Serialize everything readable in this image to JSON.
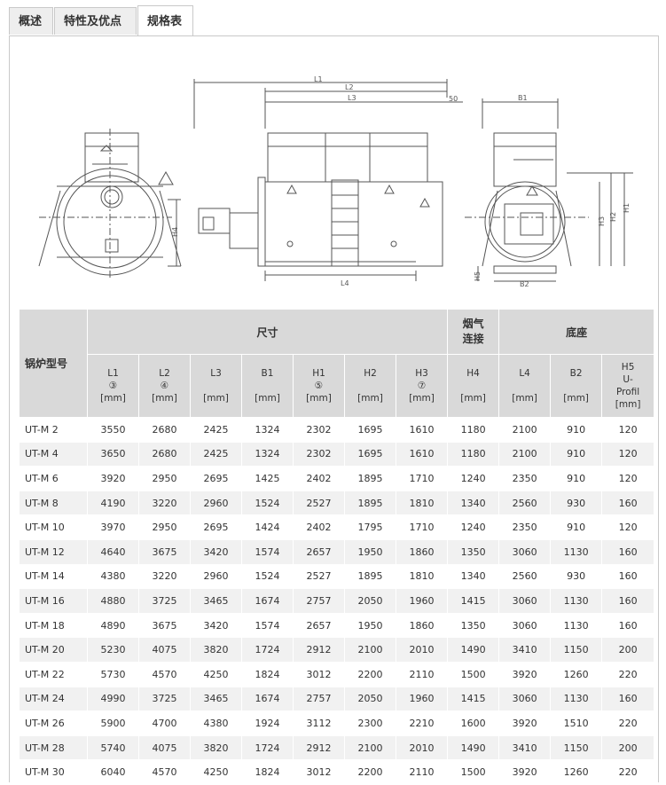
{
  "tabs": [
    {
      "label": "概述",
      "active": false
    },
    {
      "label": "特性及优点",
      "active": false
    },
    {
      "label": "规格表",
      "active": true
    }
  ],
  "drawing": {
    "labels": {
      "L1": "L1",
      "L2": "L2",
      "L3": "L3",
      "dim50": "50",
      "L4": "L4",
      "H4": "H4",
      "B1": "B1",
      "B2": "B2",
      "H1": "H1",
      "H2": "H2",
      "H3": "H3",
      "H5": "H5"
    }
  },
  "table": {
    "model_header": "锅炉型号",
    "groups": {
      "dimensions": "尺寸",
      "flue": "烟气\n连接",
      "base": "底座"
    },
    "columns": [
      {
        "name": "L1",
        "mark": "③",
        "unit": "[mm]"
      },
      {
        "name": "L2",
        "mark": "④",
        "unit": "[mm]"
      },
      {
        "name": "L3",
        "mark": "",
        "unit": "[mm]"
      },
      {
        "name": "B1",
        "mark": "",
        "unit": "[mm]"
      },
      {
        "name": "H1",
        "mark": "⑤",
        "unit": "[mm]"
      },
      {
        "name": "H2",
        "mark": "",
        "unit": "[mm]"
      },
      {
        "name": "H3",
        "mark": "⑦",
        "unit": "[mm]"
      },
      {
        "name": "H4",
        "mark": "",
        "unit": "[mm]"
      },
      {
        "name": "L4",
        "mark": "",
        "unit": "[mm]"
      },
      {
        "name": "B2",
        "mark": "",
        "unit": "[mm]"
      },
      {
        "name": "H5",
        "mark": "U-\nProfil",
        "unit": "[mm]"
      }
    ],
    "rows": [
      [
        "UT-M 2",
        "3550",
        "2680",
        "2425",
        "1324",
        "2302",
        "1695",
        "1610",
        "1180",
        "2100",
        "910",
        "120"
      ],
      [
        "UT-M 4",
        "3650",
        "2680",
        "2425",
        "1324",
        "2302",
        "1695",
        "1610",
        "1180",
        "2100",
        "910",
        "120"
      ],
      [
        "UT-M 6",
        "3920",
        "2950",
        "2695",
        "1425",
        "2402",
        "1895",
        "1710",
        "1240",
        "2350",
        "910",
        "120"
      ],
      [
        "UT-M 8",
        "4190",
        "3220",
        "2960",
        "1524",
        "2527",
        "1895",
        "1810",
        "1340",
        "2560",
        "930",
        "160"
      ],
      [
        "UT-M 10",
        "3970",
        "2950",
        "2695",
        "1424",
        "2402",
        "1795",
        "1710",
        "1240",
        "2350",
        "910",
        "120"
      ],
      [
        "UT-M 12",
        "4640",
        "3675",
        "3420",
        "1574",
        "2657",
        "1950",
        "1860",
        "1350",
        "3060",
        "1130",
        "160"
      ],
      [
        "UT-M 14",
        "4380",
        "3220",
        "2960",
        "1524",
        "2527",
        "1895",
        "1810",
        "1340",
        "2560",
        "930",
        "160"
      ],
      [
        "UT-M 16",
        "4880",
        "3725",
        "3465",
        "1674",
        "2757",
        "2050",
        "1960",
        "1415",
        "3060",
        "1130",
        "160"
      ],
      [
        "UT-M 18",
        "4890",
        "3675",
        "3420",
        "1574",
        "2657",
        "1950",
        "1860",
        "1350",
        "3060",
        "1130",
        "160"
      ],
      [
        "UT-M 20",
        "5230",
        "4075",
        "3820",
        "1724",
        "2912",
        "2100",
        "2010",
        "1490",
        "3410",
        "1150",
        "200"
      ],
      [
        "UT-M 22",
        "5730",
        "4570",
        "4250",
        "1824",
        "3012",
        "2200",
        "2110",
        "1500",
        "3920",
        "1260",
        "220"
      ],
      [
        "UT-M 24",
        "4990",
        "3725",
        "3465",
        "1674",
        "2757",
        "2050",
        "1960",
        "1415",
        "3060",
        "1130",
        "160"
      ],
      [
        "UT-M 26",
        "5900",
        "4700",
        "4380",
        "1924",
        "3112",
        "2300",
        "2210",
        "1600",
        "3920",
        "1510",
        "220"
      ],
      [
        "UT-M 28",
        "5740",
        "4075",
        "3820",
        "1724",
        "2912",
        "2100",
        "2010",
        "1490",
        "3410",
        "1150",
        "200"
      ],
      [
        "UT-M 30",
        "6040",
        "4570",
        "4250",
        "1824",
        "3012",
        "2200",
        "2110",
        "1500",
        "3920",
        "1260",
        "220"
      ]
    ]
  }
}
